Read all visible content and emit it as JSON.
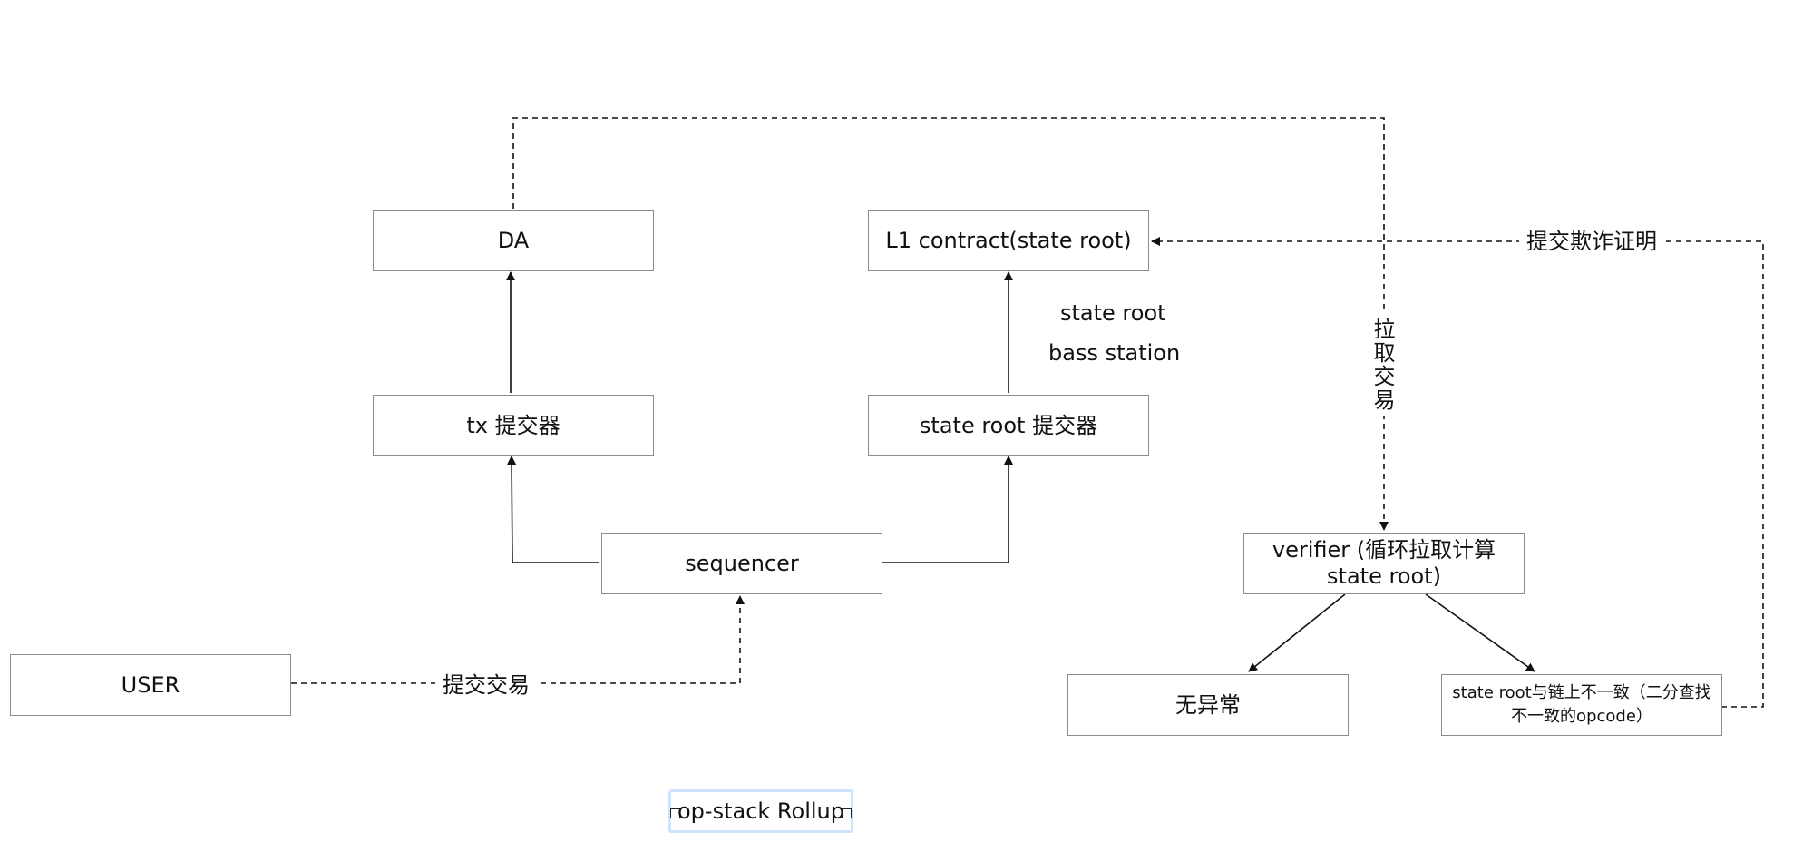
{
  "nodes": {
    "da": "DA",
    "l1_contract": "L1 contract(state root)",
    "tx_submitter": "tx 提交器",
    "state_root_submitter": "state root 提交器",
    "sequencer": "sequencer",
    "verifier": "verifier (循环拉取计算 state root)",
    "user": "USER",
    "no_exception": "无异常",
    "mismatch": "state root与链上不一致（二分查找不一致的opcode）"
  },
  "labels": {
    "submit_tx": "提交交易",
    "pull_tx": "拉取交易",
    "submit_fraud_proof": "提交欺诈证明",
    "state_root": "state root",
    "bass_station": "bass station"
  },
  "caption": "op-stack Rollup",
  "colors": {
    "box_border": "#8c8c8c",
    "line": "#111111",
    "selection": "#cfe3fb"
  }
}
